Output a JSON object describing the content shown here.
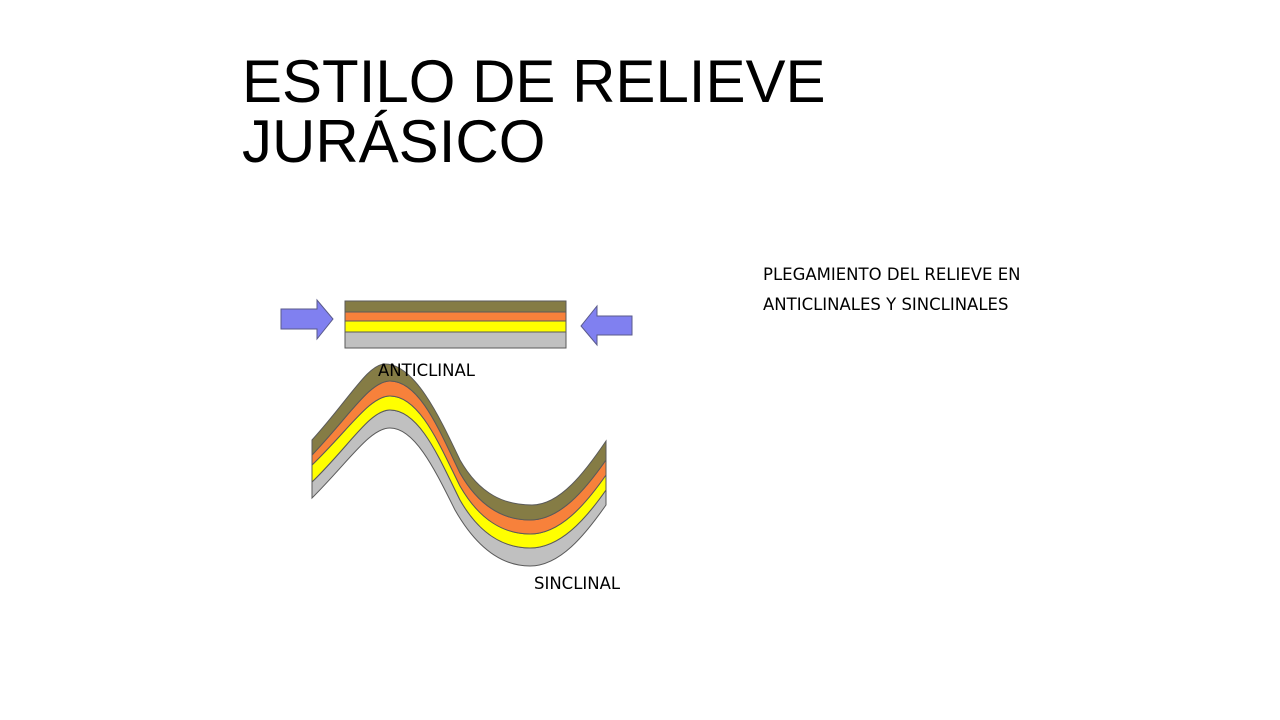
{
  "title": {
    "line1": "ESTILO DE RELIEVE",
    "line2": "JURÁSICO"
  },
  "caption": {
    "line1": "PLEGAMIENTO  DEL RELIEVE EN",
    "line2": "ANTICLINALES Y SINCLINALES"
  },
  "labels": {
    "anticlinal": "ANTICLINAL",
    "sinclinal": "SINCLINAL"
  },
  "colors": {
    "layer_top": "#857c45",
    "layer_orange": "#f7813b",
    "layer_yellow": "#ffff00",
    "layer_gray": "#c0c0c0",
    "arrow": "#8080f0",
    "outline": "#5a5a5a"
  },
  "icons": {
    "left_arrow": "compression-arrow-right-icon",
    "right_arrow": "compression-arrow-left-icon"
  }
}
